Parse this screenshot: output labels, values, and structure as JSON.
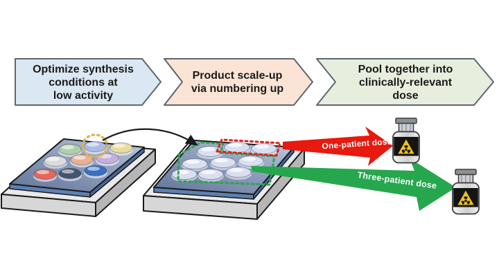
{
  "figure": {
    "steps": [
      {
        "label": "Optimize synthesis\nconditions at\nlow activity",
        "bg_color": "#dbe7f2"
      },
      {
        "label": "Product scale-up\nvia numbering up",
        "bg_color": "#fbe4d5"
      },
      {
        "label": "Pool together into\nclinically-relevant\ndose",
        "bg_color": "#e7eede"
      }
    ],
    "doses": [
      {
        "label": "One-patient dose",
        "arrow_color": "#e8190f"
      },
      {
        "label": "Three-patient dose",
        "arrow_color": "#27a74d"
      }
    ],
    "plate_before": {
      "droplet_colors": [
        "#aecfa9",
        "#adbae4",
        "#e9da9e",
        "#dcdcdc",
        "#eab092",
        "#c6afdc",
        "#e2685a",
        "#44536f",
        "#3b6fc0"
      ],
      "highlight_ring_color": "#ddb64f"
    },
    "plate_after": {
      "droplet_color": "#d9dff0",
      "one_patient_region_color": "#d8241c",
      "three_patient_region_color": "#2fa253"
    },
    "vial": {
      "radiation_color": "#f2c21c"
    }
  }
}
